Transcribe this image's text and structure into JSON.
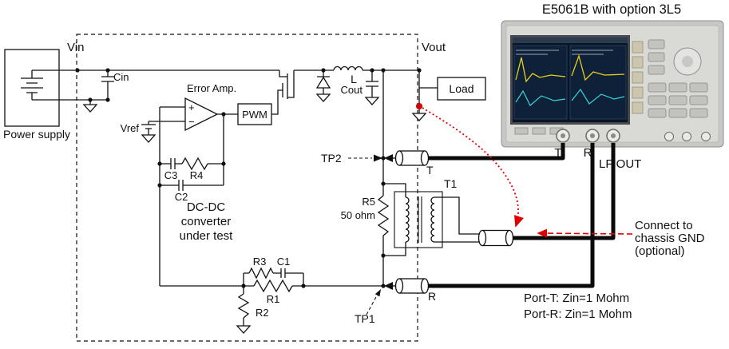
{
  "analyzer": {
    "title": "E5061B with option 3L5",
    "port_t": "T",
    "port_r": "R",
    "lf_out": "LF OUT"
  },
  "schematic": {
    "power_supply": "Power supply",
    "vin": "Vin",
    "vout": "Vout",
    "cin": "Cin",
    "vref": "Vref",
    "error_amp": "Error Amp.",
    "plus": "+",
    "minus": "−",
    "pwm": "PWM",
    "inductor": "L",
    "cout": "Cout",
    "load": "Load",
    "tp2": "TP2",
    "tp1": "TP1",
    "probe_t": "T",
    "probe_r": "R",
    "r5": "R5",
    "r5_value": "50 ohm",
    "t1": "T1",
    "c3": "C3",
    "r4": "R4",
    "c2": "C2",
    "r3": "R3",
    "c1": "C1",
    "r1": "R1",
    "r2": "R2",
    "dut_line1": "DC-DC",
    "dut_line2": "converter",
    "dut_line3": "under test"
  },
  "annotations": {
    "chassis_line1": "Connect to",
    "chassis_line2": "chassis GND",
    "chassis_line3": "(optional)",
    "port_t_spec": "Port-T: Zin=1 Mohm",
    "port_r_spec": "Port-R: Zin=1 Mohm"
  },
  "colors": {
    "annotation_red": "#e00000",
    "wire": "#111111",
    "trace_yellow": "#e8cf1f",
    "trace_cyan": "#35d8dc"
  }
}
